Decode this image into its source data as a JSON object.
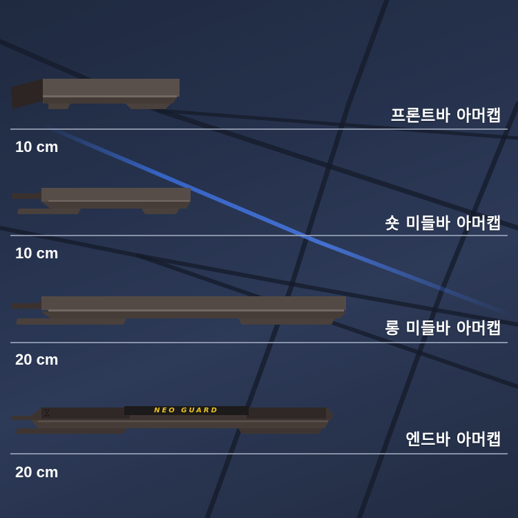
{
  "products": [
    {
      "name": "프론트바 아머캡",
      "size": "10 cm",
      "type": "front"
    },
    {
      "name": "숏 미들바 아머캡",
      "size": "10 cm",
      "type": "short-middle"
    },
    {
      "name": "롱 미들바 아머캡",
      "size": "20 cm",
      "type": "long-middle"
    },
    {
      "name": "엔드바 아머캡",
      "size": "20 cm",
      "type": "end",
      "logo_text": "NEO GUARD"
    }
  ],
  "colors": {
    "background": "#26324d",
    "bar": "#4a403c",
    "bar_highlight": "#6b615b",
    "logo": "#e8c21f",
    "accent_light": "#3a6fe0",
    "divider": "#9aa3b8"
  }
}
